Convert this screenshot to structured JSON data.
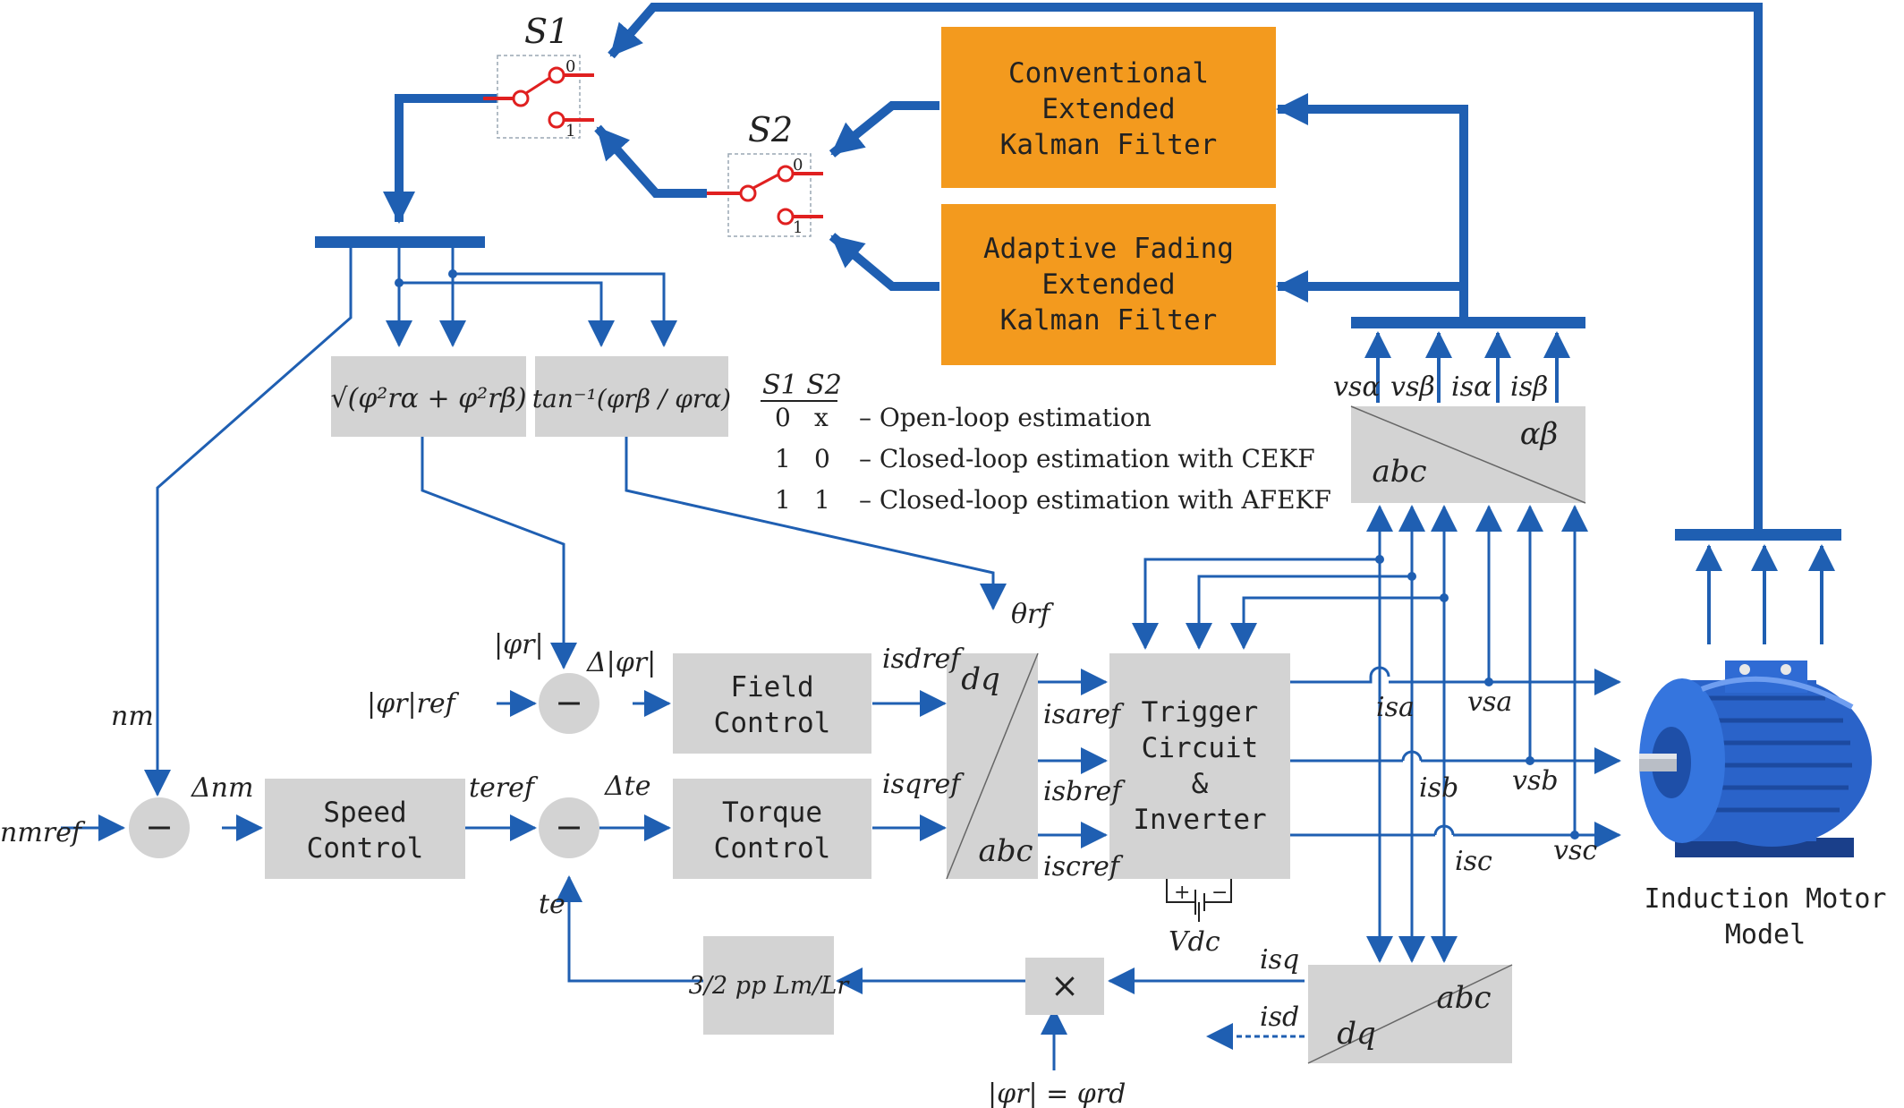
{
  "colors": {
    "line": "#1f5fb2",
    "block_gray": "#d3d3d3",
    "block_orange": "#f39a1e",
    "switch_red": "#e02020",
    "text": "#222222"
  },
  "switches": {
    "s1": {
      "label": "S1",
      "pos0": "0",
      "pos1": "1"
    },
    "s2": {
      "label": "S2",
      "pos0": "0",
      "pos1": "1"
    }
  },
  "filters": {
    "cekf": [
      "Conventional",
      "Extended",
      "Kalman Filter"
    ],
    "afekf": [
      "Adaptive Fading",
      "Extended",
      "Kalman Filter"
    ]
  },
  "blocks": {
    "flux_mag": "√(φ²rα + φ²rβ)",
    "flux_angle": "tan⁻¹(φrβ / φrα)",
    "field_control": [
      "Field",
      "Control"
    ],
    "torque_control": [
      "Torque",
      "Control"
    ],
    "speed_control": [
      "Speed",
      "Control"
    ],
    "inverter": [
      "Trigger",
      "Circuit",
      "&",
      "Inverter"
    ],
    "torque_gain": "3/2 pp Lm/Lr",
    "multiplier": "×",
    "minus": "−"
  },
  "transforms": {
    "abc_ab": {
      "top": "αβ",
      "bottom": "abc"
    },
    "dq_abc": {
      "top": "dq",
      "bottom": "abc"
    },
    "abc_dq": {
      "top": "abc",
      "bottom": "dq"
    }
  },
  "legend": {
    "header": "S1 S2",
    "rows": [
      {
        "s1": "0",
        "s2": "x",
        "text": "– Open-loop estimation"
      },
      {
        "s1": "1",
        "s2": "0",
        "text": "– Closed-loop estimation with CEKF"
      },
      {
        "s1": "1",
        "s2": "1",
        "text": "– Closed-loop estimation with AFEKF"
      }
    ]
  },
  "signals": {
    "v_salpha": "vsα",
    "v_sbeta": "vsβ",
    "i_salpha": "isα",
    "i_sbeta": "isβ",
    "theta_rf": "θrf",
    "phi_r_abs": "|φr|",
    "phi_r_ref": "|φr|ref",
    "delta_phi": "Δ|φr|",
    "i_sd_ref": "isdref",
    "i_sq_ref": "isqref",
    "i_sa_ref": "isaref",
    "i_sb_ref": "isbref",
    "i_sc_ref": "iscref",
    "n_m": "nm",
    "n_m_ref": "nmref",
    "delta_n": "Δnm",
    "t_e_ref": "teref",
    "delta_t": "Δte",
    "t_e": "te",
    "i_sa": "isa",
    "i_sb": "isb",
    "i_sc": "isc",
    "v_sa": "vsa",
    "v_sb": "vsb",
    "v_sc": "vsc",
    "v_dc": "Vdc",
    "i_sq": "isq",
    "i_sd": "isd",
    "phi_rd": "|φr| = φrd",
    "dc_plus": "+",
    "dc_minus": "−"
  },
  "motor": {
    "label": [
      "Induction Motor",
      "Model"
    ]
  }
}
